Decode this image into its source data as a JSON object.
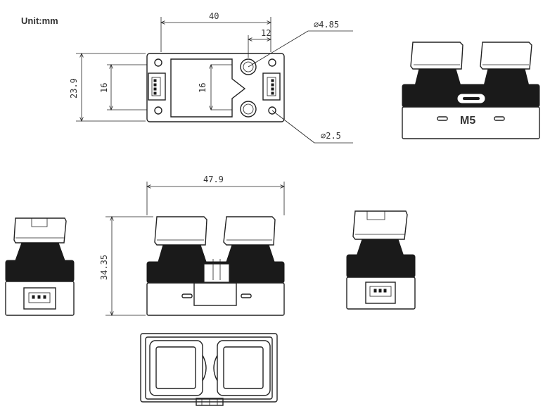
{
  "unit_label": "Unit:mm",
  "dimensions": {
    "top_width": "40",
    "top_hole_offset": "12",
    "large_hole_dia": "∅4.85",
    "small_hole_dia": "∅2.5",
    "top_height": "23.9",
    "left_connector_span": "16",
    "center_span": "16",
    "front_width": "47.9",
    "front_height": "34.35"
  },
  "logo": "M5"
}
